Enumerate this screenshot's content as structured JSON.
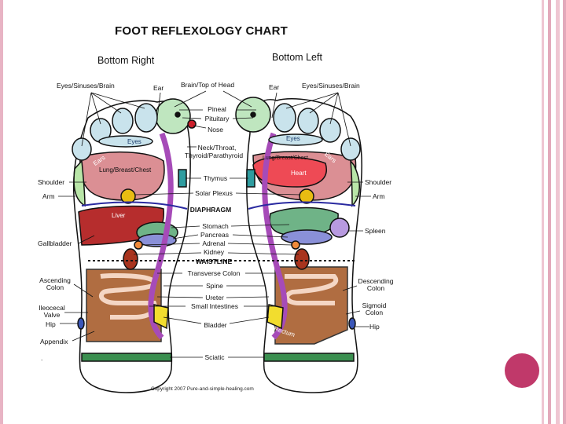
{
  "title": "FOOT REFLEXOLOGY CHART",
  "feet": {
    "right": "Bottom Right",
    "left": "Bottom Left"
  },
  "labels": {
    "eyes_sinuses_brain": "Eyes/Sinuses/Brain",
    "ear": "Ear",
    "brain_top_head": "Brain/Top of Head",
    "pineal": "Pineal",
    "pituitary": "Pituitary",
    "nose": "Nose",
    "neck_throat": "Neck/Throat,",
    "thyroid": "Thyroid/Parathyroid",
    "thymus": "Thymus",
    "solar_plexus": "Solar Plexus",
    "diaphragm": "DIAPHRAGM",
    "stomach": "Stomach",
    "pancreas": "Pancreas",
    "adrenal": "Adrenal",
    "kidney": "Kidney",
    "waistline": "WAISTLINE",
    "transverse_colon": "Transverse Colon",
    "spine": "Spine",
    "ureter": "Ureter",
    "small_intestines": "Small Intestines",
    "bladder": "Bladder",
    "sciatic": "Sciatic",
    "shoulder": "Shoulder",
    "arm": "Arm",
    "gallbladder": "Gallbladder",
    "ascending_colon": "Ascending\nColon",
    "ileocecal_valve": "Ileocecal\nValve",
    "hip": "Hip",
    "appendix": "Appendix",
    "spleen": "Spleen",
    "descending_colon": "Descending\nColon",
    "sigmoid_colon": "Sigmoid\nColon",
    "eyes": "Eyes",
    "ears": "Ears",
    "lung_breast_chest": "Lung/Breast/Chest",
    "heart": "Heart",
    "liver": "Liver",
    "rectum": "Rectum",
    "dot": "."
  },
  "copyright": "Copyright  2007  Pure-and-simple-healing.com",
  "colors": {
    "stripe": "#e8b4c4",
    "bullet": "#c0396a",
    "skin": "#ffffff",
    "outline": "#111111",
    "toe_left": "#c9e3ec",
    "pineal_zone": "#bfe6bf",
    "lung": "#db8f94",
    "heart": "#ee4a55",
    "liver": "#b62d2d",
    "green_zone": "#b9e6a8",
    "stomach": "#6fb387",
    "pancreas": "#8a90d8",
    "spine": "#a64bb8",
    "colon": "#a35420",
    "bladder": "#f2dd2e",
    "sciatic": "#3b8f50",
    "thymus": "#2f9da0",
    "solar": "#e8bc12",
    "ear_blue": "#3a56b8",
    "spleen": "#b89ae0",
    "kidney": "#a8341e"
  }
}
